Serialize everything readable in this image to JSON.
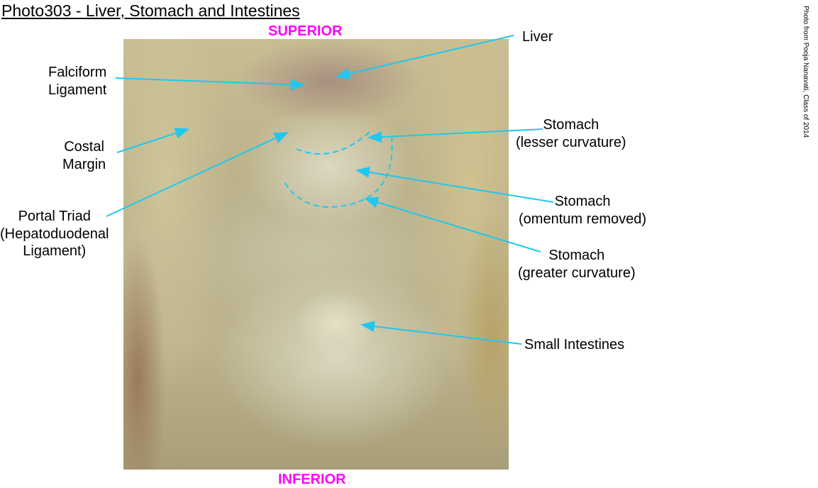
{
  "title": "Photo303 - Liver, Stomach and Intestines",
  "orientation": {
    "top": "SUPERIOR",
    "bottom": "INFERIOR"
  },
  "credit": "Photo from Pooja Nanavati, Class of 2014",
  "labels": {
    "liver": [
      "Liver"
    ],
    "falciform": [
      "Falciform",
      "Ligament"
    ],
    "costal": [
      "Costal",
      "Margin"
    ],
    "portal": [
      "Portal Triad",
      "(Hepatoduodenal",
      "Ligament)"
    ],
    "stomach_lesser": [
      "Stomach",
      "(lesser curvature)"
    ],
    "stomach_omentum": [
      "Stomach",
      "(omentum removed)"
    ],
    "stomach_greater": [
      "Stomach",
      "(greater curvature)"
    ],
    "small_intestines": [
      "Small Intestines"
    ]
  },
  "colors": {
    "pointer": "#1ec8f0",
    "orientation": "#ff00ff"
  }
}
